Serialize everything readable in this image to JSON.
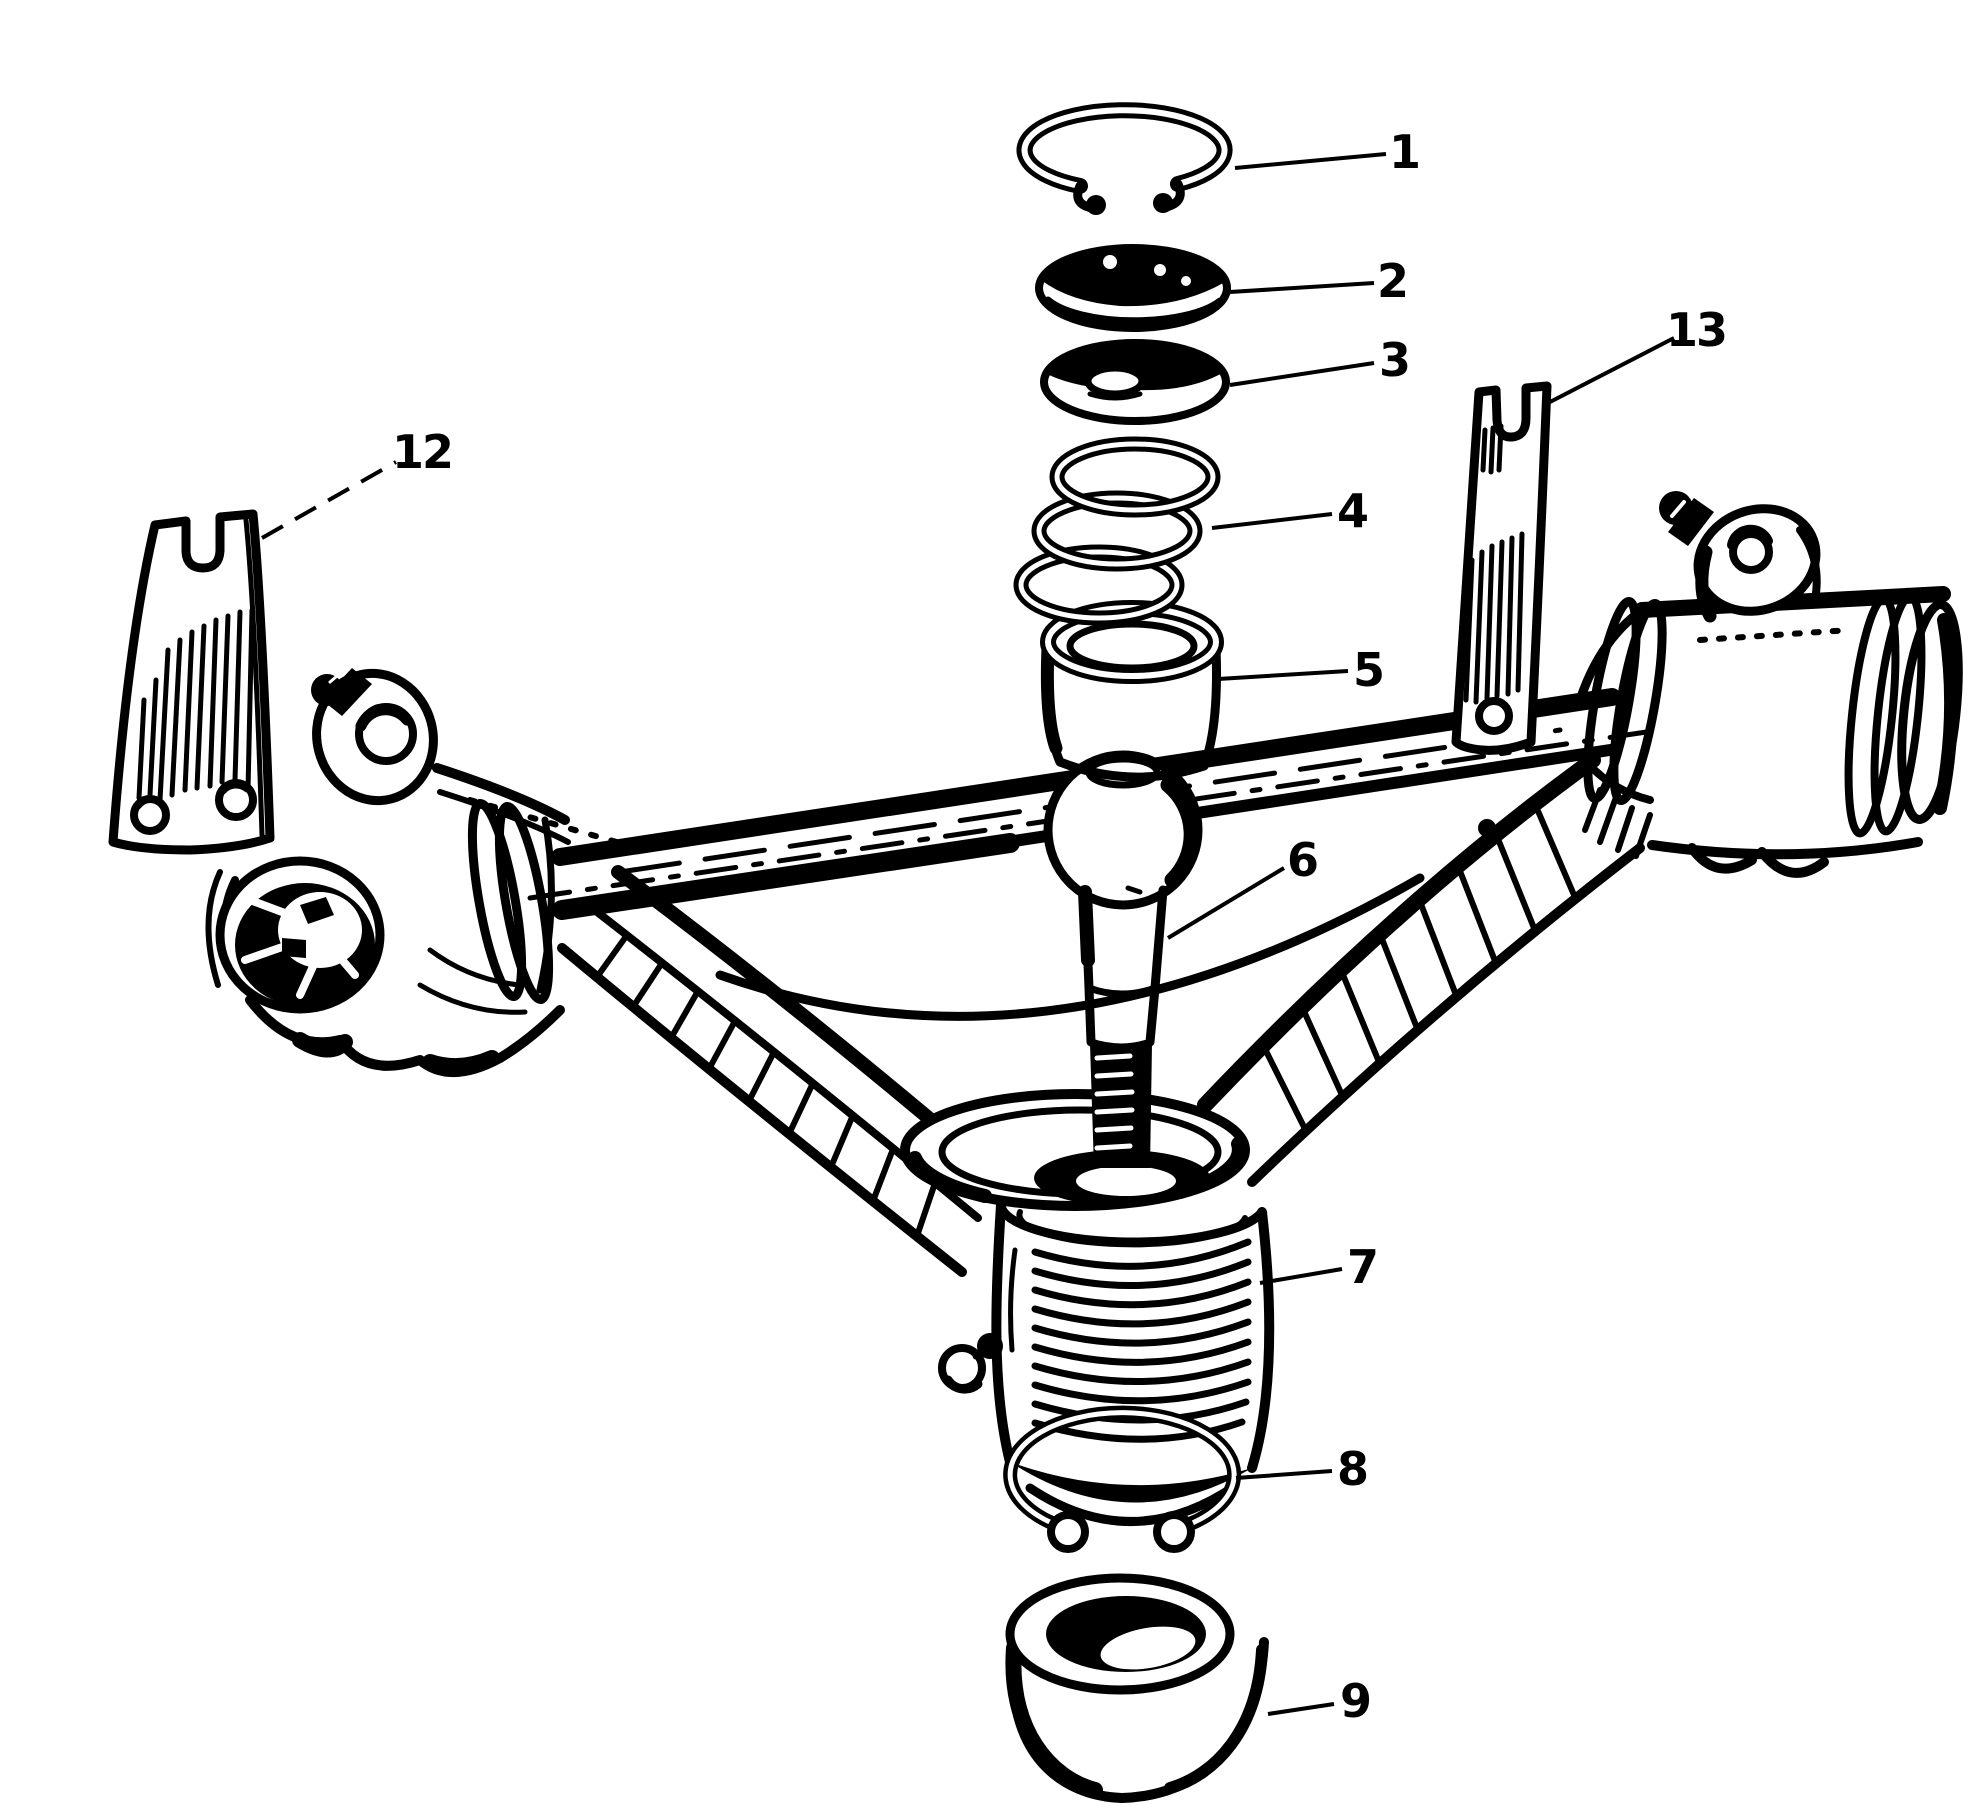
{
  "figure": {
    "kind": "exploded-parts-diagram",
    "ink_color": "#000000",
    "paper_color": "#ffffff"
  },
  "callouts": {
    "c1": {
      "label": "1"
    },
    "c2": {
      "label": "2"
    },
    "c3": {
      "label": "3"
    },
    "c4": {
      "label": "4"
    },
    "c5": {
      "label": "5"
    },
    "c6": {
      "label": "6"
    },
    "c7": {
      "label": "7"
    },
    "c8": {
      "label": "8"
    },
    "c9": {
      "label": "9"
    },
    "c12": {
      "label": "12"
    },
    "c13": {
      "label": "13"
    }
  }
}
